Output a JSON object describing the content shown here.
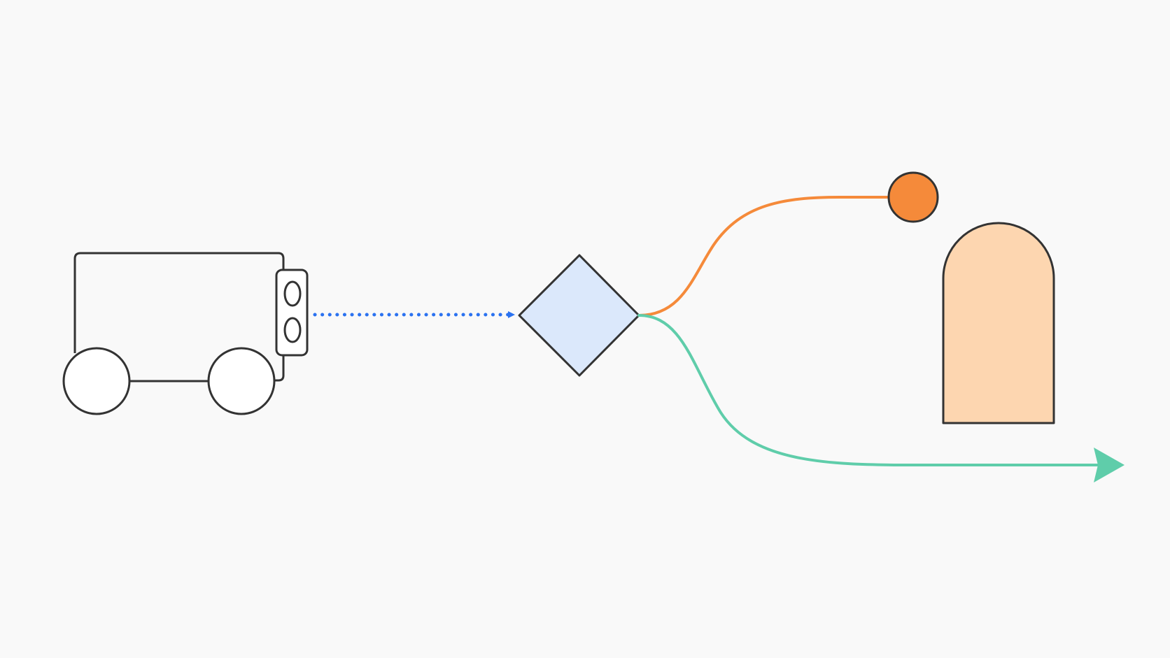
{
  "colors": {
    "background": "#f9f9f9",
    "outline": "#333333",
    "robot_fill": "#ffffff",
    "sensor_arrow": "#2b72f0",
    "decision_fill": "#dbe8fb",
    "avoid_path": "#f58a3a",
    "obstacle_fill": "#f58a3a",
    "doorway_fill": "#fdd6b0",
    "continue_path": "#5fcdaa"
  },
  "icons": {
    "robot": "robot-vehicle-icon",
    "sensor": "ultrasonic-sensor-icon",
    "decision": "decision-diamond",
    "obstacle": "obstacle-ball",
    "doorway": "doorway-arch"
  }
}
